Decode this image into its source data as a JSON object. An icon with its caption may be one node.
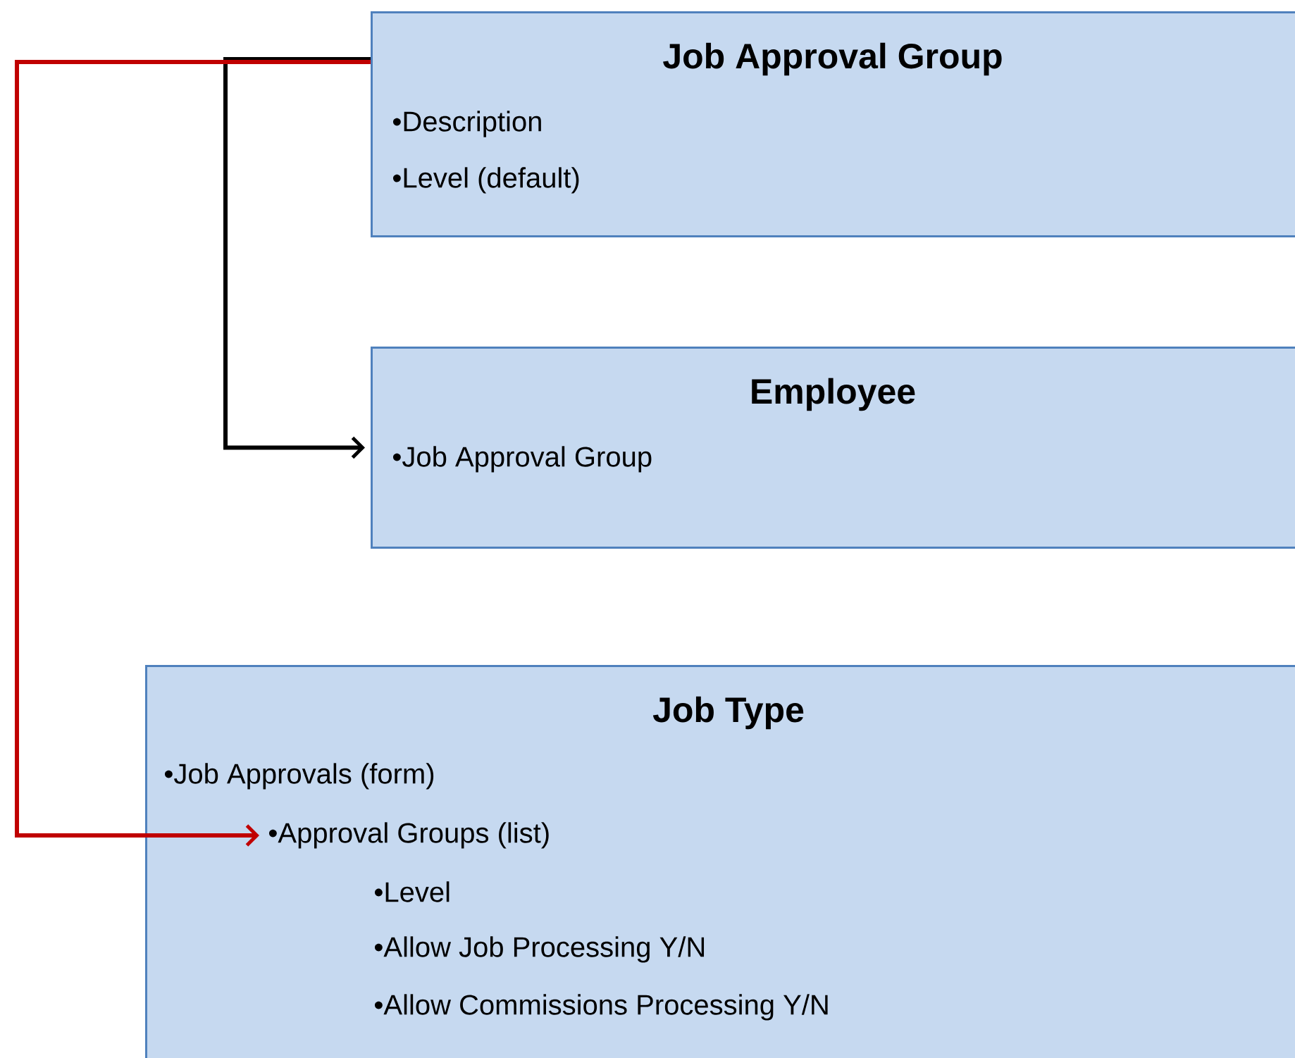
{
  "diagram": {
    "nodes": [
      {
        "text": [
          "Job Approval Group",
          "•Description",
          "•Level (default)"
        ]
      },
      {
        "text": [
          "Employee",
          "•Job Approval Group"
        ]
      },
      {
        "text": [
          "Job Type",
          "•Job Approvals (form)",
          "•Level",
          "•Allow Job Processing Y/N",
          "•Allow Commissions Processing Y/N"
        ]
      },
      {
        "text": [
          "•Approval Groups (list)"
        ],
        "in": 2
      }
    ],
    "edges": [
      {
        "from": 0,
        "to": 1,
        "arrow": "to"
      },
      {
        "from": 0,
        "to": 3,
        "arrow": "to",
        "color": "#c00000"
      }
    ]
  }
}
